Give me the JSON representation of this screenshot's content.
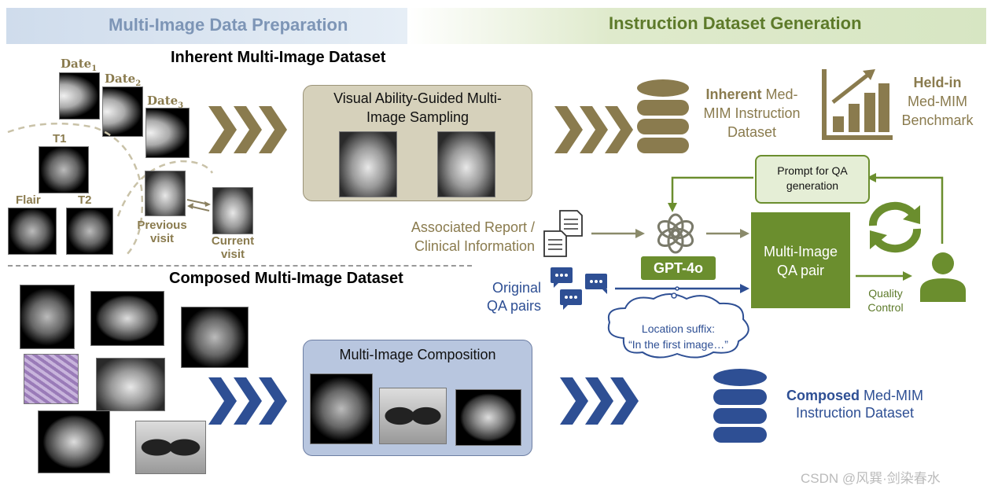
{
  "header": {
    "left_title": "Multi-Image Data Preparation",
    "right_title": "Instruction Dataset Generation"
  },
  "inherent": {
    "title": "Inherent Multi-Image Dataset",
    "date_labels": [
      {
        "text": "Date",
        "sub": "1"
      },
      {
        "text": "Date",
        "sub": "2"
      },
      {
        "text": "Date",
        "sub": "3"
      }
    ],
    "mri_labels": [
      "T1",
      "Flair",
      "T2"
    ],
    "previous_visit": "Previous visit",
    "current_visit": "Current visit",
    "sampling_title": "Visual Ability-Guided Multi-Image Sampling"
  },
  "composed": {
    "title": "Composed Multi-Image Dataset",
    "composition_title": "Multi-Image Composition"
  },
  "outputs": {
    "inherent_dataset_bold": "Inherent",
    "inherent_dataset_rest": " Med-MIM Instruction Dataset",
    "benchmark_bold": "Held-in",
    "benchmark_rest": "Med-MIM Benchmark",
    "composed_dataset_bold": "Composed",
    "composed_dataset_rest": " Med-MIM Instruction Dataset"
  },
  "pipeline": {
    "prompt_box": "Prompt for QA generation",
    "associated_report": "Associated Report / Clinical Information",
    "original_qa": "Original QA pairs",
    "gpt_label": "GPT-4o",
    "qa_pair_box": "Multi-Image QA pair",
    "quality_control": "Quality Control",
    "location_suffix_line1": "Location suffix:",
    "location_suffix_line2": "“In the first image…”"
  },
  "watermark": "CSDN @风巽·剑染春水",
  "colors": {
    "gold": "#8a7b4e",
    "navy": "#2e4f94",
    "green": "#6b8e2e",
    "header_blue_text": "#7d95b6",
    "header_green_text": "#5d7a2a"
  }
}
